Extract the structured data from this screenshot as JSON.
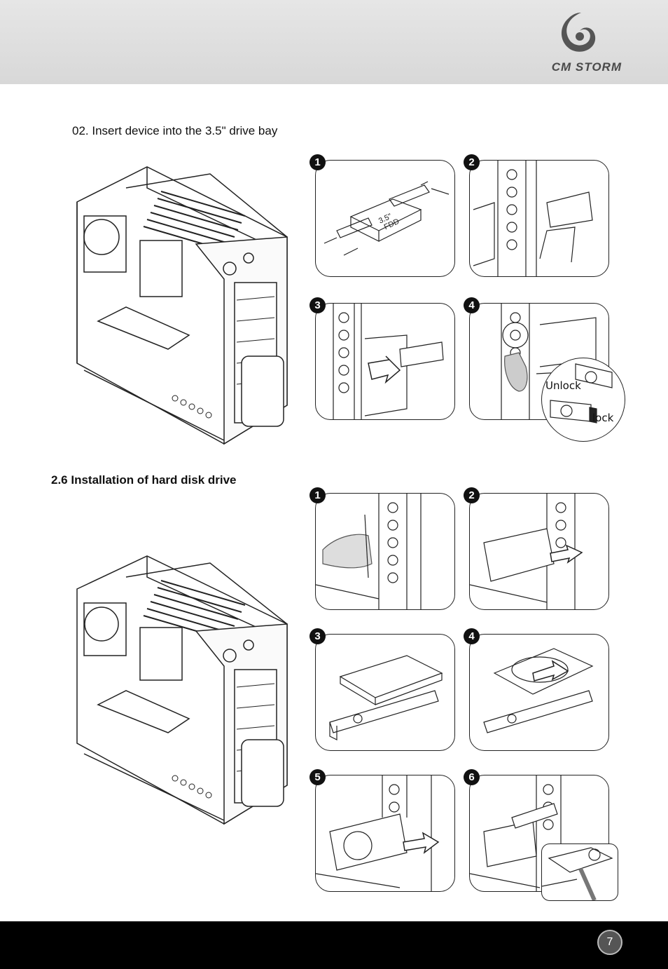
{
  "header": {
    "brand": "CM STORM"
  },
  "section_1": {
    "heading": "02. Insert device into the 3.5\" drive bay",
    "steps": [
      "1",
      "2",
      "3",
      "4"
    ],
    "fdd_label_line1": "3.5\"",
    "fdd_label_line2": "FDD",
    "callout_unlock": "Unlock",
    "callout_lock": "lock"
  },
  "section_2": {
    "heading": "2.6 Installation of hard disk drive",
    "steps": [
      "1",
      "2",
      "3",
      "4",
      "5",
      "6"
    ]
  },
  "footer": {
    "page_number": "7"
  }
}
